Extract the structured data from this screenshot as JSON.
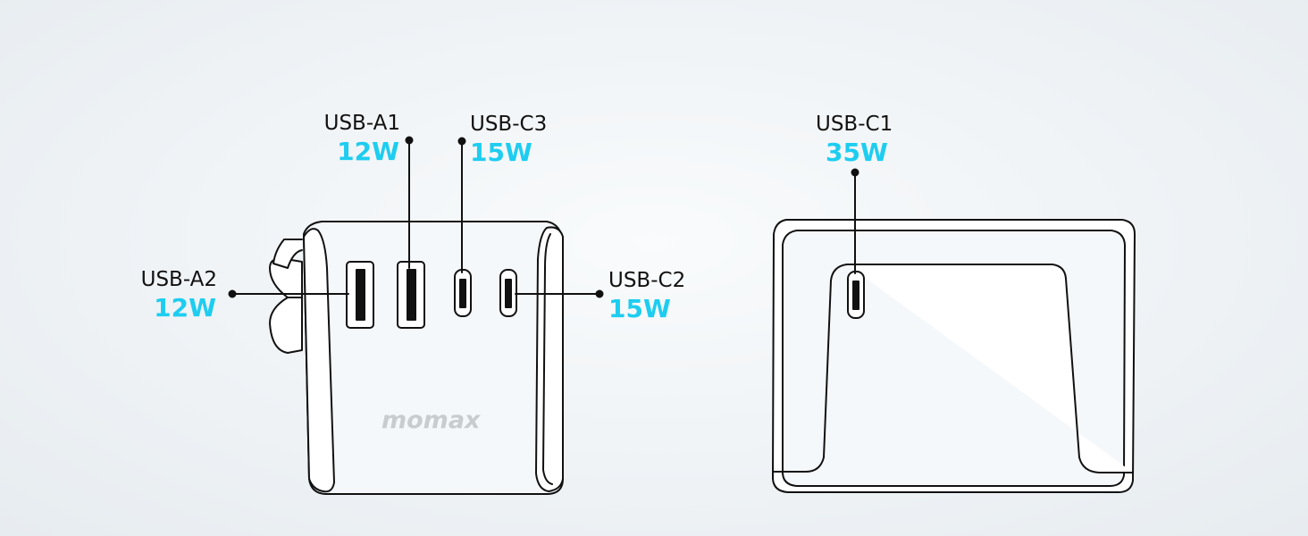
{
  "brand": {
    "logo_text": "momax"
  },
  "ports": {
    "usb_a1": {
      "name": "USB-A1",
      "watt": "12W"
    },
    "usb_c3": {
      "name": "USB-C3",
      "watt": "15W"
    },
    "usb_a2": {
      "name": "USB-A2",
      "watt": "12W"
    },
    "usb_c2": {
      "name": "USB-C2",
      "watt": "15W"
    },
    "usb_c1": {
      "name": "USB-C1",
      "watt": "35W"
    }
  },
  "colors": {
    "watt_text": "#1ecdf0",
    "outline": "#111111",
    "logo": "#c9cccf"
  }
}
